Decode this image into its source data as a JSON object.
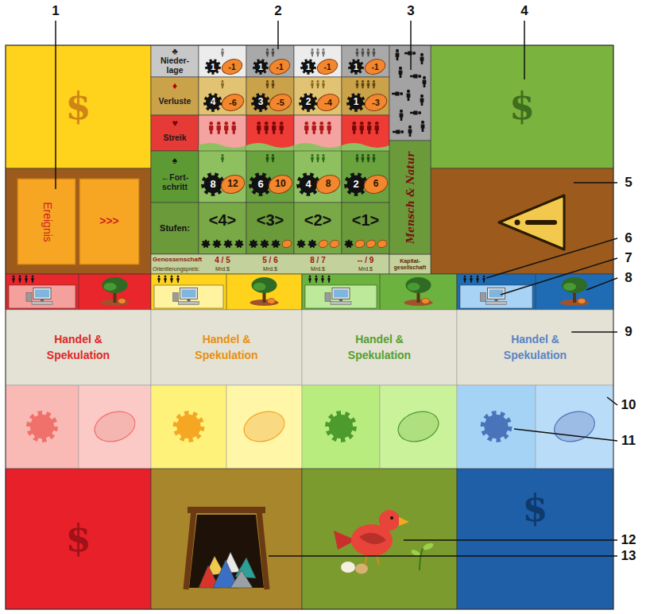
{
  "diagram": {
    "nodes": [
      {
        "text": [
          "$"
        ]
      },
      {
        "text": [
          "♣",
          "Nieder- lage"
        ]
      },
      {
        "text": [
          "1",
          "-1"
        ]
      },
      {
        "text": [
          "1",
          "-1"
        ]
      },
      {
        "text": [
          "1",
          "-1"
        ]
      },
      {
        "text": [
          "1",
          "-1"
        ]
      },
      {
        "text": [
          "♦",
          "Verluste"
        ]
      },
      {
        "text": [
          "4",
          "-6"
        ]
      },
      {
        "text": [
          "3",
          "-5"
        ]
      },
      {
        "text": [
          "2",
          "-4"
        ]
      },
      {
        "text": [
          "1",
          "-3"
        ]
      },
      {
        "text": [
          "♥",
          "Streik"
        ]
      },
      {
        "text": [
          "♠",
          "←Fort- schritt"
        ]
      },
      {
        "text": [
          "8",
          "12"
        ]
      },
      {
        "text": [
          "6",
          "10"
        ]
      },
      {
        "text": [
          "4",
          "8"
        ]
      },
      {
        "text": [
          "2",
          "6"
        ]
      },
      {
        "text": [
          "Stufen:"
        ]
      },
      {
        "text": [
          "<4>"
        ]
      },
      {
        "text": [
          "<3>"
        ]
      },
      {
        "text": [
          "<2>"
        ]
      },
      {
        "text": [
          "<1>"
        ]
      },
      {
        "text": [
          "Mensch & Natur"
        ]
      },
      {
        "text": [
          "$"
        ]
      },
      {
        "text": [
          "Ereignis"
        ]
      },
      {
        "text": [
          ">>>"
        ]
      },
      {
        "text": [
          "Handel & Spekulation"
        ]
      },
      {
        "text": [
          "Handel & Spekulation"
        ]
      },
      {
        "text": [
          "Handel & Spekulation"
        ]
      },
      {
        "text": [
          "Handel & Spekulation"
        ]
      },
      {
        "text": [
          "$"
        ]
      },
      {
        "text": [
          "$"
        ]
      }
    ],
    "labels": [
      "1",
      "2",
      "3",
      "4",
      "5",
      "6",
      "7",
      "8",
      "9",
      "10",
      "11",
      "12",
      "13",
      "Genossenschaft",
      "4 / 5",
      "5 / 6",
      "8 / 7",
      "-- / 9",
      "Kapital- gesellschaft",
      "Orientierungspreis:",
      "Mrd.$",
      "Mrd.$",
      "Mrd.$",
      "Mrd.$"
    ]
  }
}
